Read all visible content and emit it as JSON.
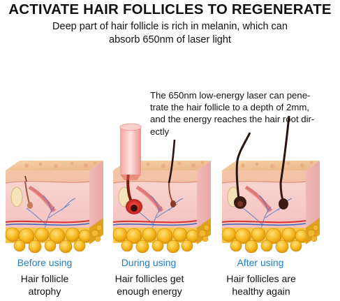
{
  "header": {
    "title": "ACTIVATE HAIR FOLLICLES TO REGENERATE",
    "subtitle_line1": "Deep part of hair follicle is rich in melanin, which can",
    "subtitle_line2": "absorb 650nm of laser light"
  },
  "laser_note": {
    "line1": "The 650nm low-energy laser can pene-",
    "line2": "trate the hair follicle to a depth of 2mm,",
    "line3": "and the energy reaches the hair root dir-",
    "line4": "ectly"
  },
  "stages": [
    {
      "label": "Before using",
      "desc_line1": "Hair follicle",
      "desc_line2": "atrophy"
    },
    {
      "label": "During using",
      "desc_line1": "Hair follicles get",
      "desc_line2": "enough energy"
    },
    {
      "label": "After using",
      "desc_line1": "Hair follicles are",
      "desc_line2": "healthy again"
    }
  ],
  "colors": {
    "label_blue": "#1e7fc4",
    "skin_pink": "#f6c9c6",
    "skin_top": "#e9b48a",
    "fat_yellow": "#f5b61c",
    "laser_red": "#e23a3a",
    "hair_dark": "#2a1410"
  }
}
